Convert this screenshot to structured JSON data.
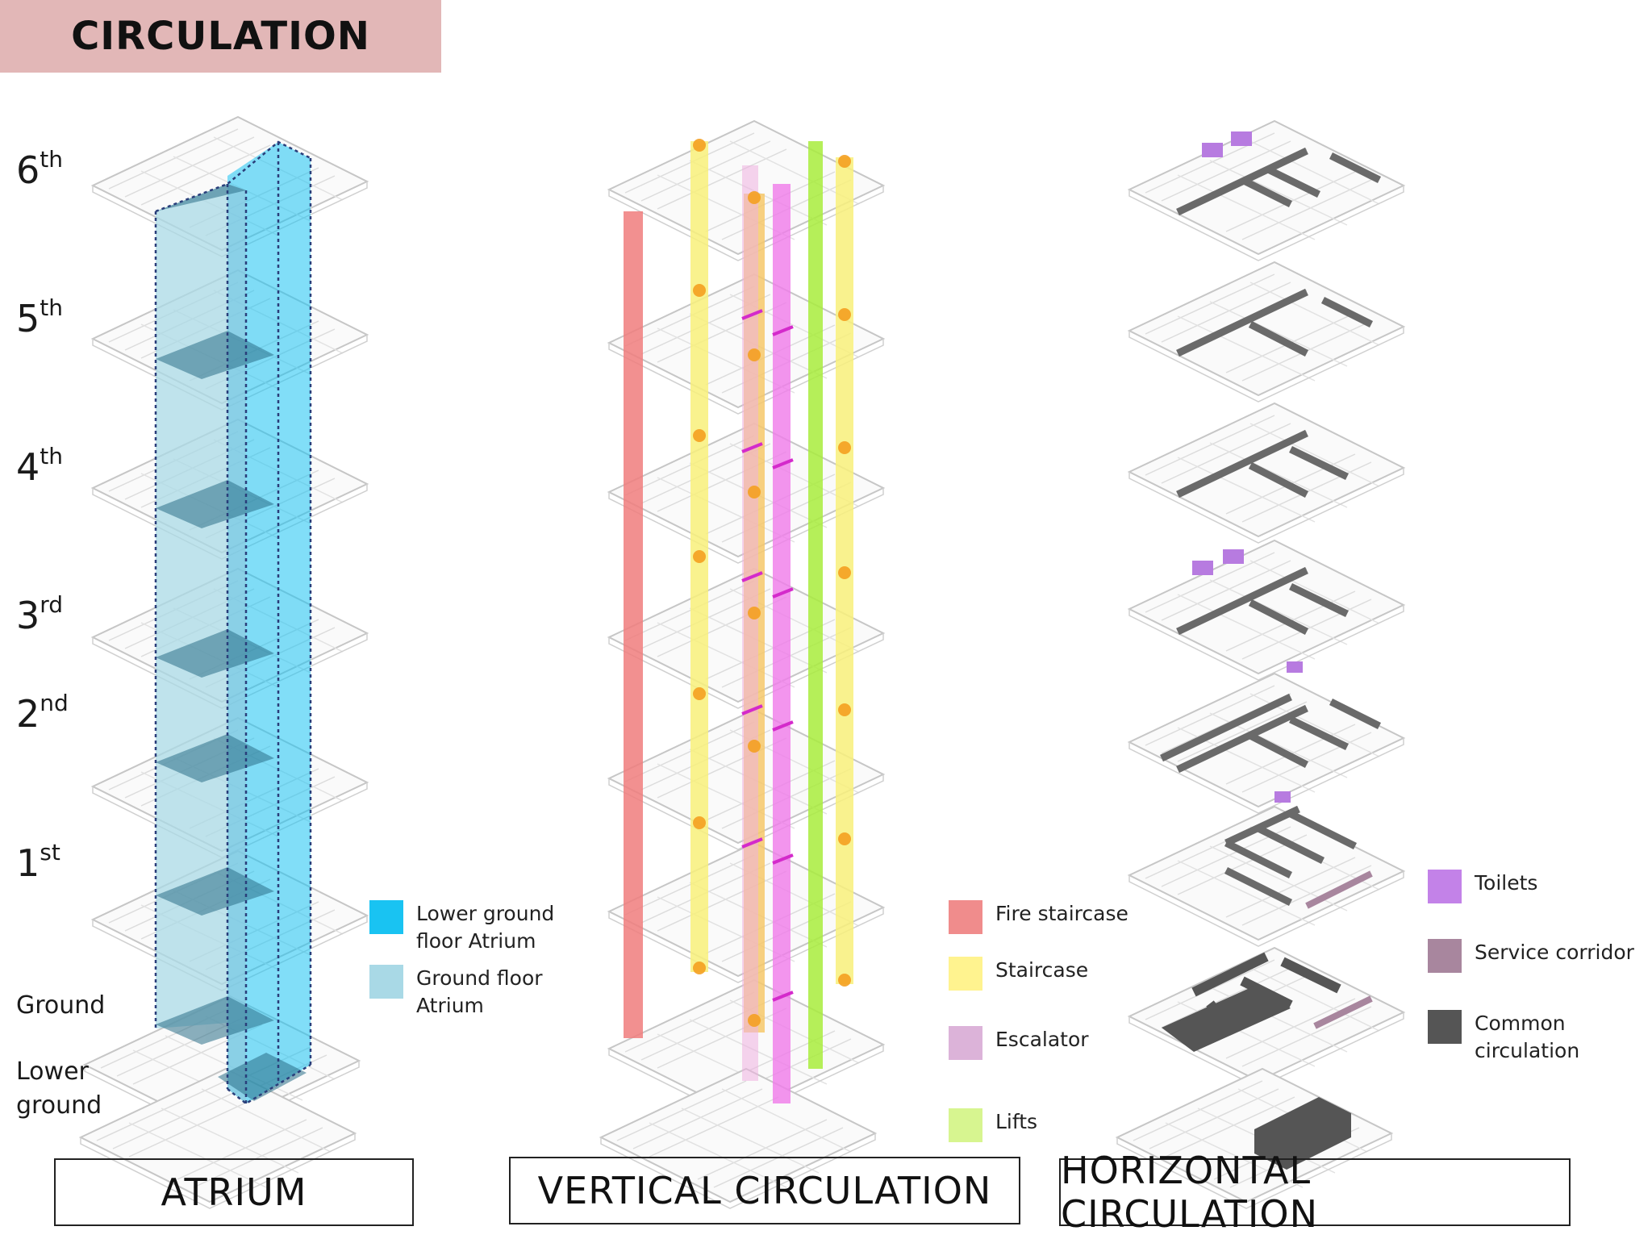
{
  "header": {
    "title": "CIRCULATION"
  },
  "floors": [
    {
      "num": "6",
      "sup": "th"
    },
    {
      "num": "5",
      "sup": "th"
    },
    {
      "num": "4",
      "sup": "th"
    },
    {
      "num": "3",
      "sup": "rd"
    },
    {
      "num": "2",
      "sup": "nd"
    },
    {
      "num": "1",
      "sup": "st"
    }
  ],
  "floor_words": {
    "ground": "Ground",
    "lower_1": "Lower",
    "lower_2": "ground"
  },
  "atrium_legend": [
    {
      "l1": "Lower ground",
      "l2": "floor Atrium",
      "color": "#19c3f2"
    },
    {
      "l1": "Ground floor",
      "l2": "Atrium",
      "color": "#a9d9e6"
    }
  ],
  "vertical_legend": [
    {
      "label": "Fire staircase",
      "color": "#f08c8c"
    },
    {
      "label": "Staircase",
      "color": "#fff38f"
    },
    {
      "label": "Escalator",
      "color": "#dcb3d9"
    },
    {
      "label": "Lifts",
      "color": "#d7f590"
    }
  ],
  "horizontal_legend": [
    {
      "l1": "Toilets",
      "l2": "",
      "color": "#c382e8"
    },
    {
      "l1": "Service corridor",
      "l2": "",
      "color": "#a8869e"
    },
    {
      "l1": "Common",
      "l2": "circulation",
      "color": "#555555"
    }
  ],
  "sections": {
    "atrium": "ATRIUM",
    "vertical": "VERTICAL CIRCULATION",
    "horizontal": "HORIZONTAL CIRCULATION"
  }
}
